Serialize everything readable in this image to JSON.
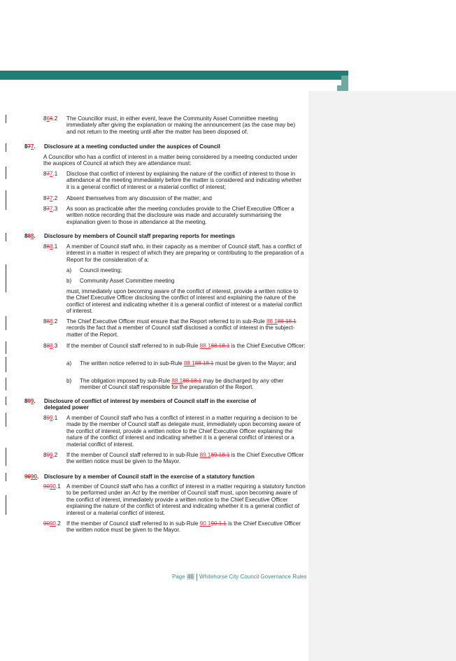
{
  "s866": {
    "pre": "8",
    "ins": "6",
    "del": "6",
    "post": ".2",
    "text": "The Councillor must, in either event, leave the Community Asset Committee meeting immediately after giving the explanation or making the announcement (as the case may be) and not return to the meeting until after the matter has been disposed of."
  },
  "h877": {
    "pre": "8",
    "del": "7",
    "ins": "7",
    "post": ".",
    "title": "Disclosure at a meeting conducted under the auspices of Council"
  },
  "p877_intro": "A Councillor who has a conflict of interest in a matter being considered by a meeting conducted under the auspices of Council at which they are attendance must:",
  "s877_1": {
    "pre": "8",
    "del": "7",
    "ins": "7",
    "post": ".1",
    "text": "Disclose that conflict of interest by explaining the nature of the conflict of interest to those in attendance at the meeting immediately before the matter is considered and indicating whether it is a general conflict of interest or a material conflict of interest;"
  },
  "s877_2": {
    "pre": "8",
    "del": "7",
    "ins": "7",
    "post": ".2",
    "text": "Absent themselves from any discussion of the matter; and"
  },
  "s877_3": {
    "pre": "8",
    "del": "7",
    "ins": "7",
    "post": ".3",
    "text": "As soon as practicable after the meeting concludes provide to the Chief Executive Officer a written notice recording that the disclosure was made and accurately summarising the explanation given to those in attendance at the meeting."
  },
  "h888": {
    "pre": "8",
    "del": "8",
    "ins": "8",
    "post": ".",
    "title": "Disclosure by members of Council staff preparing reports for meetings"
  },
  "s888_1": {
    "pre": "8",
    "del": "8",
    "ins": "8",
    "post": ".1",
    "text": "A member of Council staff who, in their capacity as a member of Council staff, has a conflict of interest in a matter in respect of which they are preparing or contributing to the preparation of a Report for the consideration of a:"
  },
  "s888_1a": {
    "label": "a)",
    "text": "Council meeting;"
  },
  "s888_1b": {
    "label": "b)",
    "text": "Community Asset Committee meeting"
  },
  "s888_1_cont": "must, immediately upon becoming aware of the conflict of interest, provide a written notice to the Chief Executive Officer disclosing the conflict of interest and explaining the nature of the conflict of interest and indicating whether it is a general conflict of interest or a material conflict of interest.",
  "s888_2": {
    "pre": "8",
    "del": "8",
    "ins": "8",
    "post": ".2",
    "t1": "The Chief Executive Officer must ensure that the Report referred to in sub-Rule ",
    "ref_ins": "88.1",
    "ref_del": "88.18.1",
    "t2": " records the fact that a member of Council staff disclosed a conflict of interest in the subject-matter of the Report."
  },
  "s888_3": {
    "pre": "8",
    "del": "8",
    "ins": "8",
    "post": ".3",
    "t1": "If the member of Council staff referred to in sub-Rule ",
    "ref_ins": "88.1",
    "ref_del": "88.18.1",
    "t2": " is the Chief Executive Officer:"
  },
  "s888_3a": {
    "label": "a)",
    "t1": "The written notice referred to in sub-Rule ",
    "ref_ins": "88.1",
    "ref_del": "88.18.1",
    "t2": " must be given to the Mayor; and"
  },
  "s888_3b": {
    "label": "b)",
    "t1": "The obligation imposed by sub-Rule ",
    "ref_ins": "88.1",
    "ref_del": "88.18.1",
    "t2": " may be discharged by any other member of Council staff responsible for the preparation of the Report."
  },
  "h899": {
    "pre": "8",
    "del": "9",
    "ins": "9",
    "post": ".",
    "title": "Disclosure of conflict of interest by members of Council staff in the exercise of delegated power"
  },
  "s899_1": {
    "pre": "8",
    "del": "9",
    "ins": "9",
    "post": ".1",
    "text": "A member of Council staff who has a conflict of interest in a matter requiring a decision to be made by the member of Council staff as delegate must, immediately upon becoming aware of the conflict of interest, provide a written notice to the Chief Executive Officer explaining the nature of the conflict of interest and indicating whether it is a general conflict of interest or a material conflict of interest."
  },
  "s899_2": {
    "pre": "8",
    "del": "9",
    "ins": "9",
    "post": ".2",
    "t1": "If the member of Council staff referred to in sub-Rule ",
    "ref_ins": "89.1",
    "ref_del": "89.18.1",
    "t2": " is the Chief Executive Officer the written notice must be given to the Mayor."
  },
  "h9090": {
    "del": "90",
    "ins": "90",
    "post": ".",
    "title": "Disclosure by a member of Council staff in the exercise of a statutory function"
  },
  "s9090_1": {
    "del": "90",
    "ins": "90",
    "post": ".1",
    "t1": "A member of Council staff who has a conflict of interest in a matter requiring a statutory function to be performed under an ",
    "em": "Act",
    "t2": " by the member of Council staff must, upon becoming aware of the conflict of interest, immediately provide a written notice to the Chief Executive Officer explaining the nature of the conflict of interest and indicating whether it is a general conflict of interest or a material conflict of interest."
  },
  "s9090_2": {
    "del": "90",
    "ins": "90",
    "post": ".2",
    "t1": "If the member of Council staff referred to in sub-Rule ",
    "ref_ins": "90.1",
    "ref_del": "90.1.1",
    "t2": " is the Chief Executive Officer the written notice must be given to the Mayor."
  },
  "footer": {
    "page_label": "Page",
    "page_num": "46",
    "doc_title": "Whitehorse City Council Governance Rules"
  },
  "colors": {
    "teal": "#1f7f74",
    "tracked_change": "#d9313a",
    "footer": "#3a8c83"
  }
}
